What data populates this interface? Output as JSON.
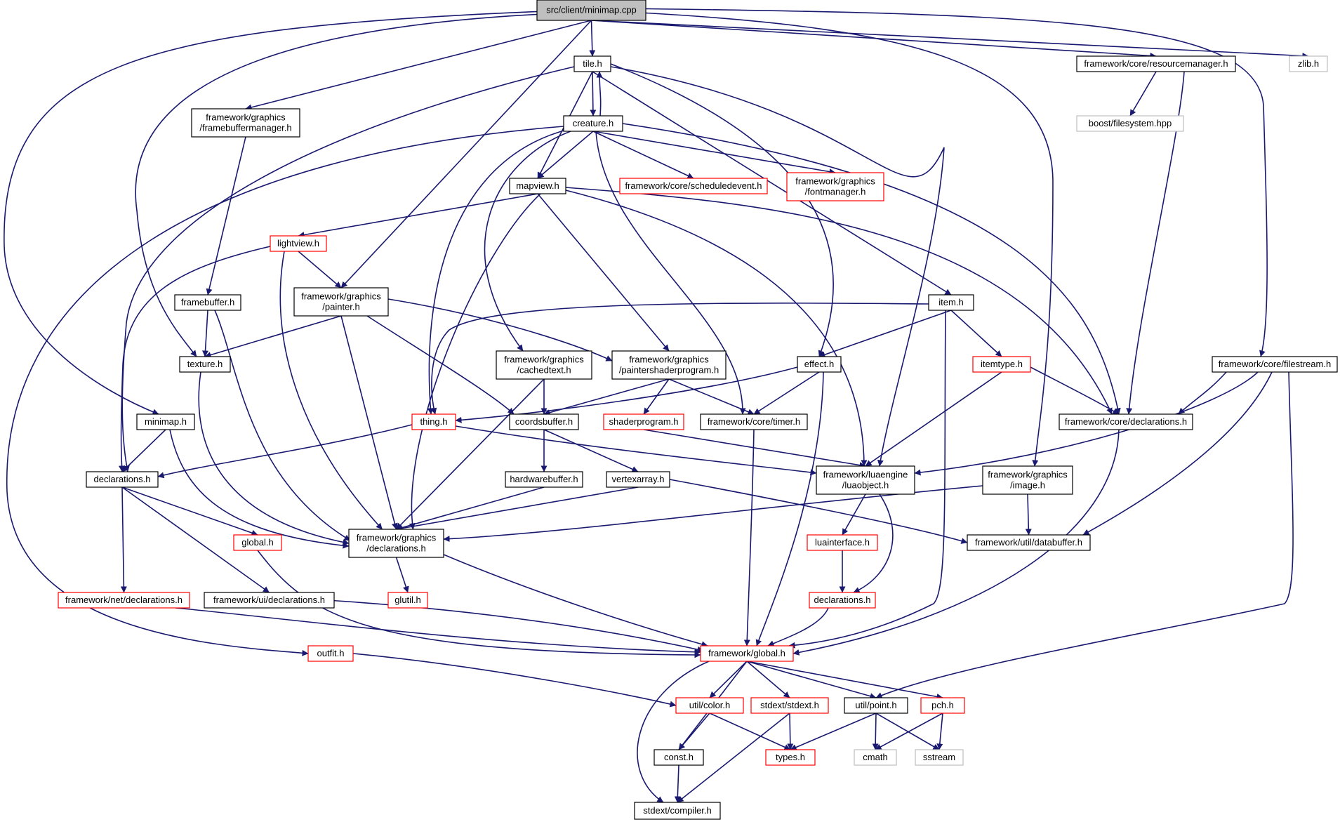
{
  "colors": {
    "edge": "#191970",
    "root_fill": "#bfbfbf",
    "root_border": "#000000",
    "normal_border": "#000000",
    "truncated_border": "#ff0000",
    "external_border": "#bfbfbf",
    "external_text": "#404040"
  },
  "nodes": [
    {
      "id": "minimap_cpp",
      "lines": [
        "src/client/minimap.cpp"
      ],
      "kind": "root"
    },
    {
      "id": "tile",
      "lines": [
        "tile.h"
      ],
      "kind": "normal"
    },
    {
      "id": "resourcemanager",
      "lines": [
        "framework/core/resourcemanager.h"
      ],
      "kind": "normal"
    },
    {
      "id": "zlib",
      "lines": [
        "zlib.h"
      ],
      "kind": "external"
    },
    {
      "id": "framebuffermanager",
      "lines": [
        "framework/graphics",
        "/framebuffermanager.h"
      ],
      "kind": "normal"
    },
    {
      "id": "creature",
      "lines": [
        "creature.h"
      ],
      "kind": "normal"
    },
    {
      "id": "boostfs",
      "lines": [
        "boost/filesystem.hpp"
      ],
      "kind": "external"
    },
    {
      "id": "mapview",
      "lines": [
        "mapview.h"
      ],
      "kind": "normal"
    },
    {
      "id": "scheduledevent",
      "lines": [
        "framework/core/scheduledevent.h"
      ],
      "kind": "truncated"
    },
    {
      "id": "fontmanager",
      "lines": [
        "framework/graphics",
        "/fontmanager.h"
      ],
      "kind": "truncated"
    },
    {
      "id": "lightview",
      "lines": [
        "lightview.h"
      ],
      "kind": "truncated"
    },
    {
      "id": "painter",
      "lines": [
        "framework/graphics",
        "/painter.h"
      ],
      "kind": "normal"
    },
    {
      "id": "framebuffer",
      "lines": [
        "framebuffer.h"
      ],
      "kind": "normal"
    },
    {
      "id": "item",
      "lines": [
        "item.h"
      ],
      "kind": "normal"
    },
    {
      "id": "texture",
      "lines": [
        "texture.h"
      ],
      "kind": "normal"
    },
    {
      "id": "cachedtext",
      "lines": [
        "framework/graphics",
        "/cachedtext.h"
      ],
      "kind": "normal"
    },
    {
      "id": "paintershaderprogram",
      "lines": [
        "framework/graphics",
        "/paintershaderprogram.h"
      ],
      "kind": "normal"
    },
    {
      "id": "effect",
      "lines": [
        "effect.h"
      ],
      "kind": "normal"
    },
    {
      "id": "itemtype",
      "lines": [
        "itemtype.h"
      ],
      "kind": "truncated"
    },
    {
      "id": "filestream",
      "lines": [
        "framework/core/filestream.h"
      ],
      "kind": "normal"
    },
    {
      "id": "minimap_h",
      "lines": [
        "minimap.h"
      ],
      "kind": "normal"
    },
    {
      "id": "thing",
      "lines": [
        "thing.h"
      ],
      "kind": "truncated"
    },
    {
      "id": "coordsbuffer",
      "lines": [
        "coordsbuffer.h"
      ],
      "kind": "normal"
    },
    {
      "id": "shaderprogram",
      "lines": [
        "shaderprogram.h"
      ],
      "kind": "truncated"
    },
    {
      "id": "timer",
      "lines": [
        "framework/core/timer.h"
      ],
      "kind": "normal"
    },
    {
      "id": "core_declarations",
      "lines": [
        "framework/core/declarations.h"
      ],
      "kind": "normal"
    },
    {
      "id": "declarations",
      "lines": [
        "declarations.h"
      ],
      "kind": "normal"
    },
    {
      "id": "hardwarebuffer",
      "lines": [
        "hardwarebuffer.h"
      ],
      "kind": "normal"
    },
    {
      "id": "vertexarray",
      "lines": [
        "vertexarray.h"
      ],
      "kind": "normal"
    },
    {
      "id": "luaobject",
      "lines": [
        "framework/luaengine",
        "/luaobject.h"
      ],
      "kind": "normal"
    },
    {
      "id": "image",
      "lines": [
        "framework/graphics",
        "/image.h"
      ],
      "kind": "normal"
    },
    {
      "id": "global_local",
      "lines": [
        "global.h"
      ],
      "kind": "truncated"
    },
    {
      "id": "graphics_declarations",
      "lines": [
        "framework/graphics",
        "/declarations.h"
      ],
      "kind": "normal"
    },
    {
      "id": "luainterface",
      "lines": [
        "luainterface.h"
      ],
      "kind": "truncated"
    },
    {
      "id": "databuffer",
      "lines": [
        "framework/util/databuffer.h"
      ],
      "kind": "normal"
    },
    {
      "id": "net_declarations",
      "lines": [
        "framework/net/declarations.h"
      ],
      "kind": "truncated"
    },
    {
      "id": "ui_declarations",
      "lines": [
        "framework/ui/declarations.h"
      ],
      "kind": "normal"
    },
    {
      "id": "glutil",
      "lines": [
        "glutil.h"
      ],
      "kind": "truncated"
    },
    {
      "id": "lua_declarations",
      "lines": [
        "declarations.h"
      ],
      "kind": "truncated"
    },
    {
      "id": "outfit",
      "lines": [
        "outfit.h"
      ],
      "kind": "truncated"
    },
    {
      "id": "fw_global",
      "lines": [
        "framework/global.h"
      ],
      "kind": "truncated"
    },
    {
      "id": "color",
      "lines": [
        "util/color.h"
      ],
      "kind": "truncated"
    },
    {
      "id": "stdext",
      "lines": [
        "stdext/stdext.h"
      ],
      "kind": "truncated"
    },
    {
      "id": "point",
      "lines": [
        "util/point.h"
      ],
      "kind": "normal"
    },
    {
      "id": "pch",
      "lines": [
        "pch.h"
      ],
      "kind": "truncated"
    },
    {
      "id": "const",
      "lines": [
        "const.h"
      ],
      "kind": "normal"
    },
    {
      "id": "types",
      "lines": [
        "types.h"
      ],
      "kind": "truncated"
    },
    {
      "id": "cmath",
      "lines": [
        "cmath"
      ],
      "kind": "external"
    },
    {
      "id": "sstream",
      "lines": [
        "sstream"
      ],
      "kind": "external"
    },
    {
      "id": "compiler",
      "lines": [
        "stdext/compiler.h"
      ],
      "kind": "normal"
    }
  ],
  "edges": [
    {
      "from": "minimap_cpp",
      "to": "tile"
    },
    {
      "from": "minimap_cpp",
      "to": "resourcemanager"
    },
    {
      "from": "minimap_cpp",
      "to": "zlib"
    },
    {
      "from": "minimap_cpp",
      "to": "framebuffermanager"
    },
    {
      "from": "minimap_cpp",
      "to": "painter"
    },
    {
      "from": "minimap_cpp",
      "to": "texture"
    },
    {
      "from": "minimap_cpp",
      "to": "minimap_h"
    },
    {
      "from": "minimap_cpp",
      "to": "image"
    },
    {
      "from": "minimap_cpp",
      "to": "filestream"
    },
    {
      "from": "tile",
      "to": "creature"
    },
    {
      "from": "tile",
      "to": "mapview"
    },
    {
      "from": "tile",
      "to": "item"
    },
    {
      "from": "tile",
      "to": "effect"
    },
    {
      "from": "tile",
      "to": "declarations"
    },
    {
      "from": "tile",
      "to": "luaobject"
    },
    {
      "from": "creature",
      "to": "tile"
    },
    {
      "from": "creature",
      "to": "mapview"
    },
    {
      "from": "creature",
      "to": "scheduledevent"
    },
    {
      "from": "creature",
      "to": "fontmanager"
    },
    {
      "from": "creature",
      "to": "cachedtext"
    },
    {
      "from": "creature",
      "to": "thing"
    },
    {
      "from": "creature",
      "to": "timer"
    },
    {
      "from": "creature",
      "to": "core_declarations"
    },
    {
      "from": "creature",
      "to": "outfit"
    },
    {
      "from": "resourcemanager",
      "to": "boostfs"
    },
    {
      "from": "resourcemanager",
      "to": "core_declarations"
    },
    {
      "from": "framebuffermanager",
      "to": "framebuffer"
    },
    {
      "from": "mapview",
      "to": "lightview"
    },
    {
      "from": "mapview",
      "to": "paintershaderprogram"
    },
    {
      "from": "mapview",
      "to": "graphics_declarations"
    },
    {
      "from": "mapview",
      "to": "luaobject"
    },
    {
      "from": "mapview",
      "to": "core_declarations"
    },
    {
      "from": "lightview",
      "to": "painter"
    },
    {
      "from": "lightview",
      "to": "declarations"
    },
    {
      "from": "lightview",
      "to": "graphics_declarations"
    },
    {
      "from": "painter",
      "to": "texture"
    },
    {
      "from": "painter",
      "to": "paintershaderprogram"
    },
    {
      "from": "painter",
      "to": "coordsbuffer"
    },
    {
      "from": "painter",
      "to": "graphics_declarations"
    },
    {
      "from": "framebuffer",
      "to": "texture"
    },
    {
      "from": "framebuffer",
      "to": "graphics_declarations"
    },
    {
      "from": "texture",
      "to": "graphics_declarations"
    },
    {
      "from": "item",
      "to": "thing"
    },
    {
      "from": "item",
      "to": "effect"
    },
    {
      "from": "item",
      "to": "itemtype"
    },
    {
      "from": "item",
      "to": "fw_global"
    },
    {
      "from": "cachedtext",
      "to": "coordsbuffer"
    },
    {
      "from": "cachedtext",
      "to": "graphics_declarations"
    },
    {
      "from": "paintershaderprogram",
      "to": "coordsbuffer"
    },
    {
      "from": "paintershaderprogram",
      "to": "shaderprogram"
    },
    {
      "from": "paintershaderprogram",
      "to": "timer"
    },
    {
      "from": "effect",
      "to": "thing"
    },
    {
      "from": "effect",
      "to": "timer"
    },
    {
      "from": "effect",
      "to": "fw_global"
    },
    {
      "from": "itemtype",
      "to": "core_declarations"
    },
    {
      "from": "itemtype",
      "to": "luaobject"
    },
    {
      "from": "filestream",
      "to": "core_declarations"
    },
    {
      "from": "filestream",
      "to": "luaobject"
    },
    {
      "from": "filestream",
      "to": "databuffer"
    },
    {
      "from": "filestream",
      "to": "point"
    },
    {
      "from": "minimap_h",
      "to": "declarations"
    },
    {
      "from": "minimap_h",
      "to": "graphics_declarations"
    },
    {
      "from": "thing",
      "to": "declarations"
    },
    {
      "from": "thing",
      "to": "luaobject"
    },
    {
      "from": "coordsbuffer",
      "to": "hardwarebuffer"
    },
    {
      "from": "coordsbuffer",
      "to": "vertexarray"
    },
    {
      "from": "shaderprogram",
      "to": "luaobject"
    },
    {
      "from": "timer",
      "to": "fw_global"
    },
    {
      "from": "core_declarations",
      "to": "fw_global"
    },
    {
      "from": "declarations",
      "to": "global_local"
    },
    {
      "from": "declarations",
      "to": "net_declarations"
    },
    {
      "from": "declarations",
      "to": "ui_declarations"
    },
    {
      "from": "hardwarebuffer",
      "to": "graphics_declarations"
    },
    {
      "from": "vertexarray",
      "to": "graphics_declarations"
    },
    {
      "from": "vertexarray",
      "to": "databuffer"
    },
    {
      "from": "luaobject",
      "to": "luainterface"
    },
    {
      "from": "luaobject",
      "to": "lua_declarations"
    },
    {
      "from": "image",
      "to": "graphics_declarations"
    },
    {
      "from": "image",
      "to": "databuffer"
    },
    {
      "from": "global_local",
      "to": "fw_global"
    },
    {
      "from": "graphics_declarations",
      "to": "glutil"
    },
    {
      "from": "graphics_declarations",
      "to": "fw_global"
    },
    {
      "from": "luainterface",
      "to": "lua_declarations"
    },
    {
      "from": "net_declarations",
      "to": "fw_global"
    },
    {
      "from": "ui_declarations",
      "to": "fw_global"
    },
    {
      "from": "lua_declarations",
      "to": "fw_global"
    },
    {
      "from": "outfit",
      "to": "color"
    },
    {
      "from": "fw_global",
      "to": "color"
    },
    {
      "from": "fw_global",
      "to": "stdext"
    },
    {
      "from": "fw_global",
      "to": "point"
    },
    {
      "from": "fw_global",
      "to": "pch"
    },
    {
      "from": "fw_global",
      "to": "const"
    },
    {
      "from": "fw_global",
      "to": "compiler"
    },
    {
      "from": "color",
      "to": "const"
    },
    {
      "from": "color",
      "to": "types"
    },
    {
      "from": "stdext",
      "to": "types"
    },
    {
      "from": "stdext",
      "to": "compiler"
    },
    {
      "from": "point",
      "to": "types"
    },
    {
      "from": "point",
      "to": "cmath"
    },
    {
      "from": "point",
      "to": "sstream"
    },
    {
      "from": "pch",
      "to": "cmath"
    },
    {
      "from": "pch",
      "to": "sstream"
    },
    {
      "from": "const",
      "to": "compiler"
    }
  ]
}
